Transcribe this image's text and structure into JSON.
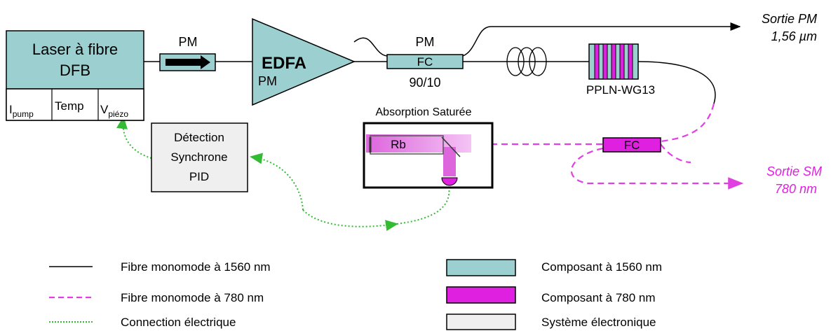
{
  "colors": {
    "comp_1560": "#9ccfd0",
    "comp_780": "#e020e0",
    "electronics": "#efefef",
    "fiber_780": "#e040e0",
    "electric": "#33bb33",
    "rb_beam": "#dd77dd"
  },
  "laser": {
    "line1": "Laser à fibre",
    "line2": "DFB",
    "ipump": "I",
    "ipump_sub": "pump",
    "temp": "Temp",
    "vpiezo": "V",
    "vpiezo_sub": "piézo"
  },
  "pm_isolator": {
    "label": "PM"
  },
  "edfa": {
    "label": "EDFA",
    "sub": "PM"
  },
  "fc1": {
    "top": "PM",
    "label": "FC",
    "ratio": "90/10"
  },
  "outputs": {
    "pm_line1": "Sortie PM",
    "pm_line2": "1,56 µm",
    "sm_line1": "Sortie SM",
    "sm_line2": "780 nm"
  },
  "ppln": {
    "label": "PPLN-WG13"
  },
  "absorption": {
    "title": "Absorption Saturée",
    "rb": "Rb"
  },
  "fc2": {
    "label": "FC"
  },
  "detection": {
    "line1": "Détection",
    "line2": "Synchrone",
    "line3": "PID"
  },
  "legend": {
    "fiber_1560": "Fibre monomode à 1560 nm",
    "fiber_780": "Fibre monomode à 780 nm",
    "electric": "Connection électrique",
    "comp_1560": "Composant à 1560 nm",
    "comp_780": "Composant à 780 nm",
    "electronics": "Système électronique"
  }
}
